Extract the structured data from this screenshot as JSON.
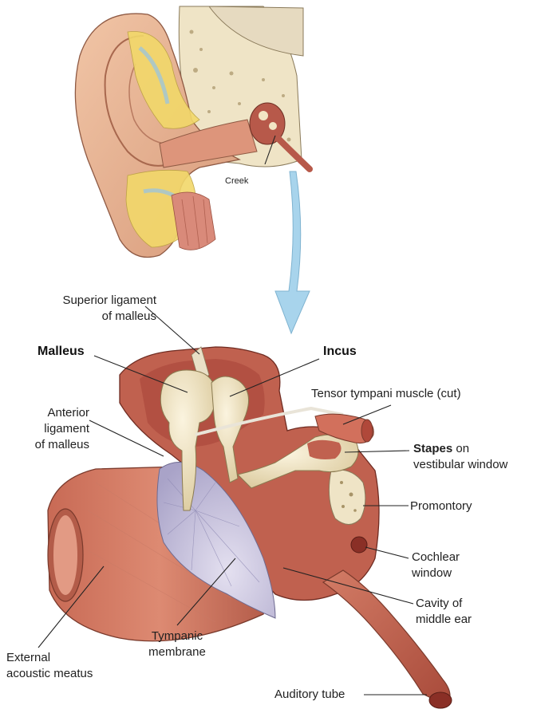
{
  "figure": {
    "creek_label": "Creek",
    "labels": {
      "superior_ligament": [
        "Superior ligament",
        "of malleus"
      ],
      "malleus": "Malleus",
      "incus": "Incus",
      "tensor_tympani": "Tensor tympani muscle (cut)",
      "anterior_ligament": [
        "Anterior",
        "ligament",
        "of malleus"
      ],
      "stapes_bold": "Stapes",
      "stapes_rest": " on",
      "vestibular_window": "vestibular window",
      "promontory": "Promontory",
      "cochlear_window": [
        "Cochlear",
        "window"
      ],
      "cavity": [
        "Cavity of",
        "middle ear"
      ],
      "tympanic_membrane": [
        "Tympanic",
        "membrane"
      ],
      "external_meatus": [
        "External",
        "acoustic meatus"
      ],
      "auditory_tube": "Auditory tube"
    }
  },
  "colors": {
    "arrow": "#a8d4ec",
    "tissue": "#c9705f",
    "tissue_dark": "#9e4536",
    "bone": "#f2e8cc",
    "ossicle": "#efe2c0",
    "membrane": "#b8b4d2",
    "fat": "#f3dc6a",
    "leader": "#222222"
  }
}
